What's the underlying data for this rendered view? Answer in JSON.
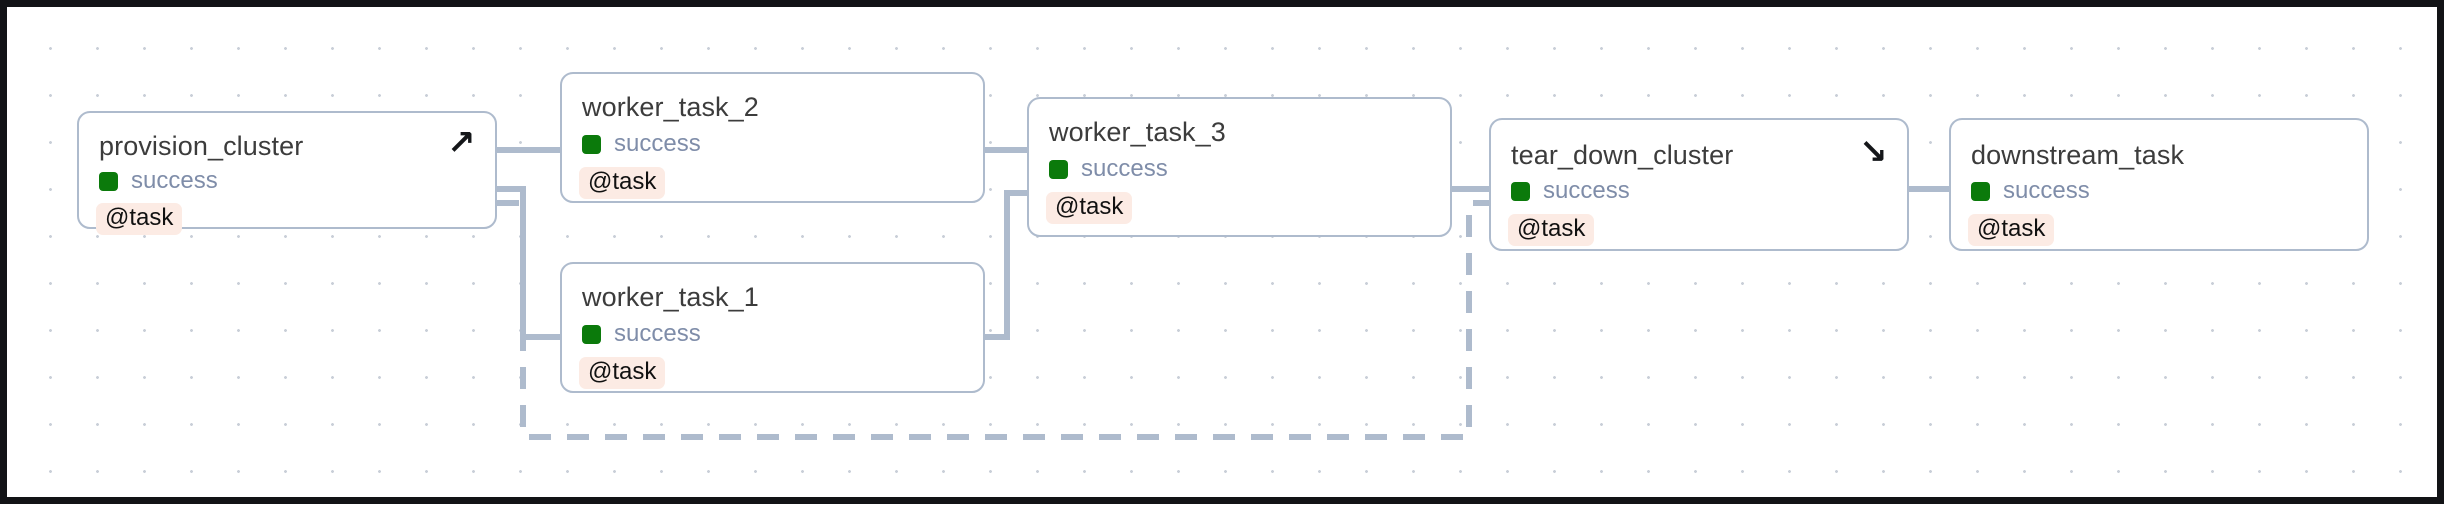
{
  "graph": {
    "title": "dag-graph-canvas",
    "background": "#ffffff",
    "grid_dot_color": "#c9cfd8",
    "border_color": "#121316",
    "edge_color": "#aebbcd",
    "node_border_color": "#aebbcd",
    "node_title_color": "#3c3c3c",
    "status_text_color": "#7f8da9",
    "status_chip_color": "#0b7a0b",
    "badge_bg_color": "#fcebe4",
    "badge_text_color": "#111111"
  },
  "nodes": [
    {
      "id": "provision_cluster",
      "title": "provision_cluster",
      "status": "success",
      "badge": "@task",
      "corner_icon": "arrow-up-right-icon",
      "corner_glyph": "↗"
    },
    {
      "id": "worker_task_2",
      "title": "worker_task_2",
      "status": "success",
      "badge": "@task",
      "corner_icon": null,
      "corner_glyph": ""
    },
    {
      "id": "worker_task_1",
      "title": "worker_task_1",
      "status": "success",
      "badge": "@task",
      "corner_icon": null,
      "corner_glyph": ""
    },
    {
      "id": "worker_task_3",
      "title": "worker_task_3",
      "status": "success",
      "badge": "@task",
      "corner_icon": null,
      "corner_glyph": ""
    },
    {
      "id": "tear_down_cluster",
      "title": "tear_down_cluster",
      "status": "success",
      "badge": "@task",
      "corner_icon": "arrow-down-right-icon",
      "corner_glyph": "↘"
    },
    {
      "id": "downstream_task",
      "title": "downstream_task",
      "status": "success",
      "badge": "@task",
      "corner_icon": null,
      "corner_glyph": ""
    }
  ],
  "edges": [
    {
      "from": "provision_cluster",
      "to": "worker_task_2",
      "style": "solid"
    },
    {
      "from": "provision_cluster",
      "to": "worker_task_1",
      "style": "solid"
    },
    {
      "from": "provision_cluster",
      "to": "tear_down_cluster",
      "style": "dashed"
    },
    {
      "from": "worker_task_2",
      "to": "worker_task_3",
      "style": "solid"
    },
    {
      "from": "worker_task_1",
      "to": "worker_task_3",
      "style": "solid"
    },
    {
      "from": "worker_task_3",
      "to": "tear_down_cluster",
      "style": "solid"
    },
    {
      "from": "tear_down_cluster",
      "to": "downstream_task",
      "style": "solid"
    }
  ]
}
